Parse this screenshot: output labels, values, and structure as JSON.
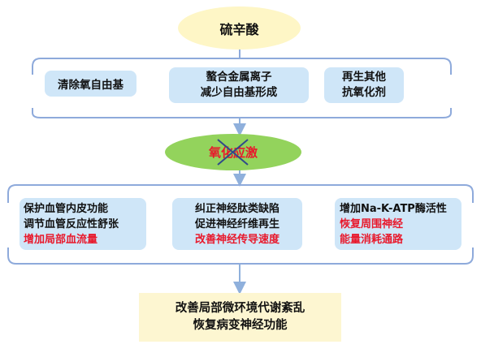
{
  "top": {
    "title": "硫辛酸"
  },
  "mechanisms": [
    {
      "lines": [
        "清除氧自由基"
      ]
    },
    {
      "lines": [
        "螯合金属离子",
        "减少自由基形成"
      ]
    },
    {
      "lines": [
        "再生其他",
        "抗氧化剂"
      ]
    }
  ],
  "center": {
    "label": "氧化应激"
  },
  "effects": [
    {
      "lines": [
        "保护血管内皮功能",
        "调节血管反应性舒张"
      ],
      "highlight": "增加局部血流量"
    },
    {
      "lines": [
        "纠正神经肽类缺陷",
        "促进神经纤维再生"
      ],
      "highlight": "改善神经传导速度"
    },
    {
      "lines": [
        "增加Na-K-ATP酶活性"
      ],
      "highlight_lines": [
        "恢复周围神经",
        "能量消耗通路"
      ]
    }
  ],
  "result": {
    "lines": [
      "改善局部微环境代谢紊乱",
      "恢复病变神经功能"
    ]
  },
  "colors": {
    "line": "#8eaadb",
    "arrow": "#8fb0dc",
    "highlight": "#e8192c",
    "cross": "#2f4a8a"
  }
}
